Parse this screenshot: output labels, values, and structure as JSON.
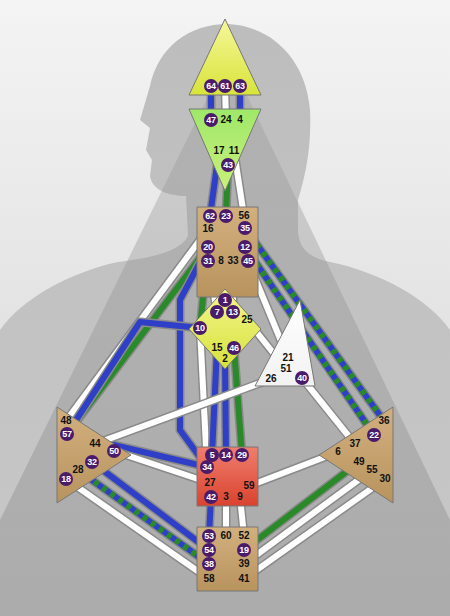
{
  "diagram": {
    "nodes": [
      {
        "text": [
          "64",
          "61",
          "63"
        ]
      },
      {
        "text": [
          "47",
          "24",
          "4",
          "17",
          "11",
          "43"
        ]
      },
      {
        "text": [
          "62",
          "23",
          "56",
          "16",
          "35",
          "20",
          "12",
          "31",
          "8",
          "33",
          "45"
        ]
      },
      {
        "text": [
          "1",
          "7",
          "13",
          "10",
          "25",
          "15",
          "46",
          "2"
        ]
      },
      {
        "text": [
          "21",
          "51",
          "26",
          "40"
        ]
      },
      {
        "text": [
          "48",
          "57",
          "44",
          "50",
          "32",
          "28",
          "18"
        ]
      },
      {
        "text": [
          "36",
          "22",
          "37",
          "6",
          "49",
          "55",
          "30"
        ]
      },
      {
        "text": [
          "5",
          "14",
          "29",
          "34",
          "27",
          "59",
          "42",
          "3",
          "9"
        ]
      },
      {
        "text": [
          "53",
          "60",
          "52",
          "54",
          "19",
          "38",
          "39",
          "58",
          "41"
        ]
      }
    ],
    "edges": [
      {
        "from": 0,
        "to": 1,
        "arrow": "none"
      },
      {
        "from": 0,
        "to": 1,
        "arrow": "none"
      },
      {
        "from": 0,
        "to": 1,
        "arrow": "none"
      },
      {
        "from": 1,
        "to": 2,
        "arrow": "none"
      },
      {
        "from": 1,
        "to": 2,
        "arrow": "none"
      },
      {
        "from": 1,
        "to": 2,
        "arrow": "none"
      },
      {
        "from": 2,
        "to": 3,
        "arrow": "none"
      },
      {
        "from": 2,
        "to": 3,
        "arrow": "none"
      },
      {
        "from": 2,
        "to": 3,
        "arrow": "none"
      },
      {
        "from": 2,
        "to": 5,
        "arrow": "none"
      },
      {
        "from": 2,
        "to": 5,
        "arrow": "none"
      },
      {
        "from": 2,
        "to": 7,
        "arrow": "none"
      },
      {
        "from": 2,
        "to": 3,
        "arrow": "none"
      },
      {
        "from": 5,
        "to": 3,
        "arrow": "none"
      },
      {
        "from": 5,
        "to": 7,
        "arrow": "none"
      },
      {
        "from": 3,
        "to": 7,
        "arrow": "none"
      },
      {
        "from": 2,
        "to": 4,
        "arrow": "none"
      },
      {
        "from": 2,
        "to": 6,
        "arrow": "none"
      },
      {
        "from": 2,
        "to": 6,
        "arrow": "none"
      },
      {
        "from": 3,
        "to": 4,
        "arrow": "none"
      },
      {
        "from": 3,
        "to": 7,
        "arrow": "none"
      },
      {
        "from": 3,
        "to": 7,
        "arrow": "none"
      },
      {
        "from": 3,
        "to": 7,
        "arrow": "none"
      },
      {
        "from": 4,
        "to": 5,
        "arrow": "none"
      },
      {
        "from": 4,
        "to": 6,
        "arrow": "none"
      },
      {
        "from": 5,
        "to": 7,
        "arrow": "none"
      },
      {
        "from": 5,
        "to": 8,
        "arrow": "none"
      },
      {
        "from": 5,
        "to": 8,
        "arrow": "none"
      },
      {
        "from": 5,
        "to": 8,
        "arrow": "none"
      },
      {
        "from": 7,
        "to": 6,
        "arrow": "none"
      },
      {
        "from": 7,
        "to": 8,
        "arrow": "none"
      },
      {
        "from": 7,
        "to": 8,
        "arrow": "none"
      },
      {
        "from": 7,
        "to": 8,
        "arrow": "none"
      },
      {
        "from": 8,
        "to": 6,
        "arrow": "none"
      },
      {
        "from": 8,
        "to": 6,
        "arrow": "none"
      },
      {
        "from": 8,
        "to": 6,
        "arrow": "none"
      }
    ]
  }
}
